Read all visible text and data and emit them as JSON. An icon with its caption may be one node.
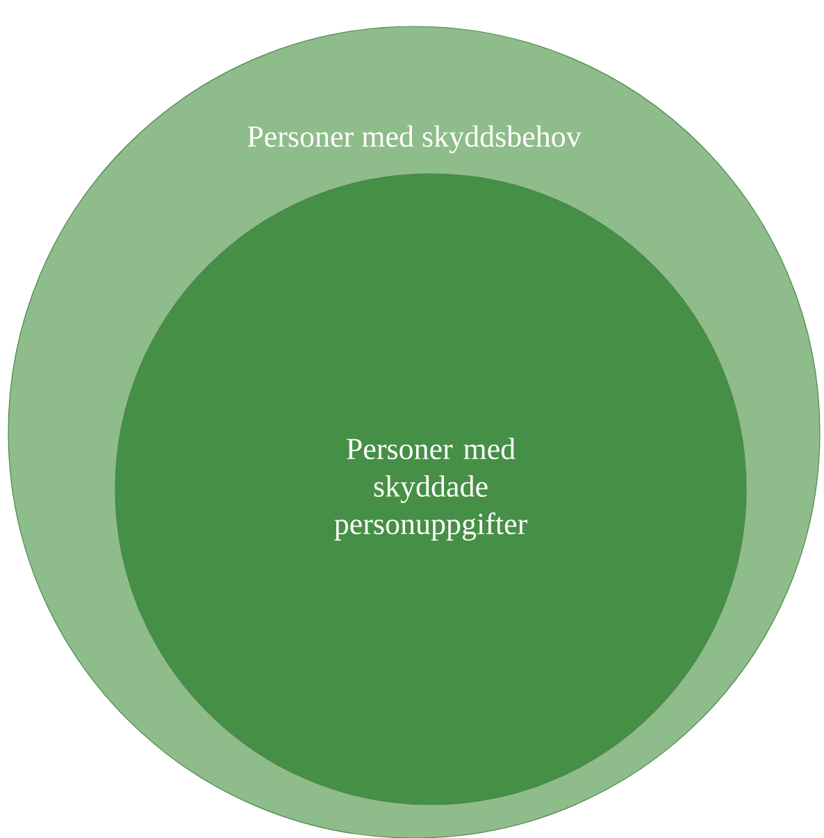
{
  "diagram": {
    "nodes": [
      {
        "text": [
          "Personer med skyddsbehov"
        ]
      },
      {
        "text": [
          "Personer med skyddade personuppgifter"
        ],
        "in": 0
      }
    ]
  }
}
